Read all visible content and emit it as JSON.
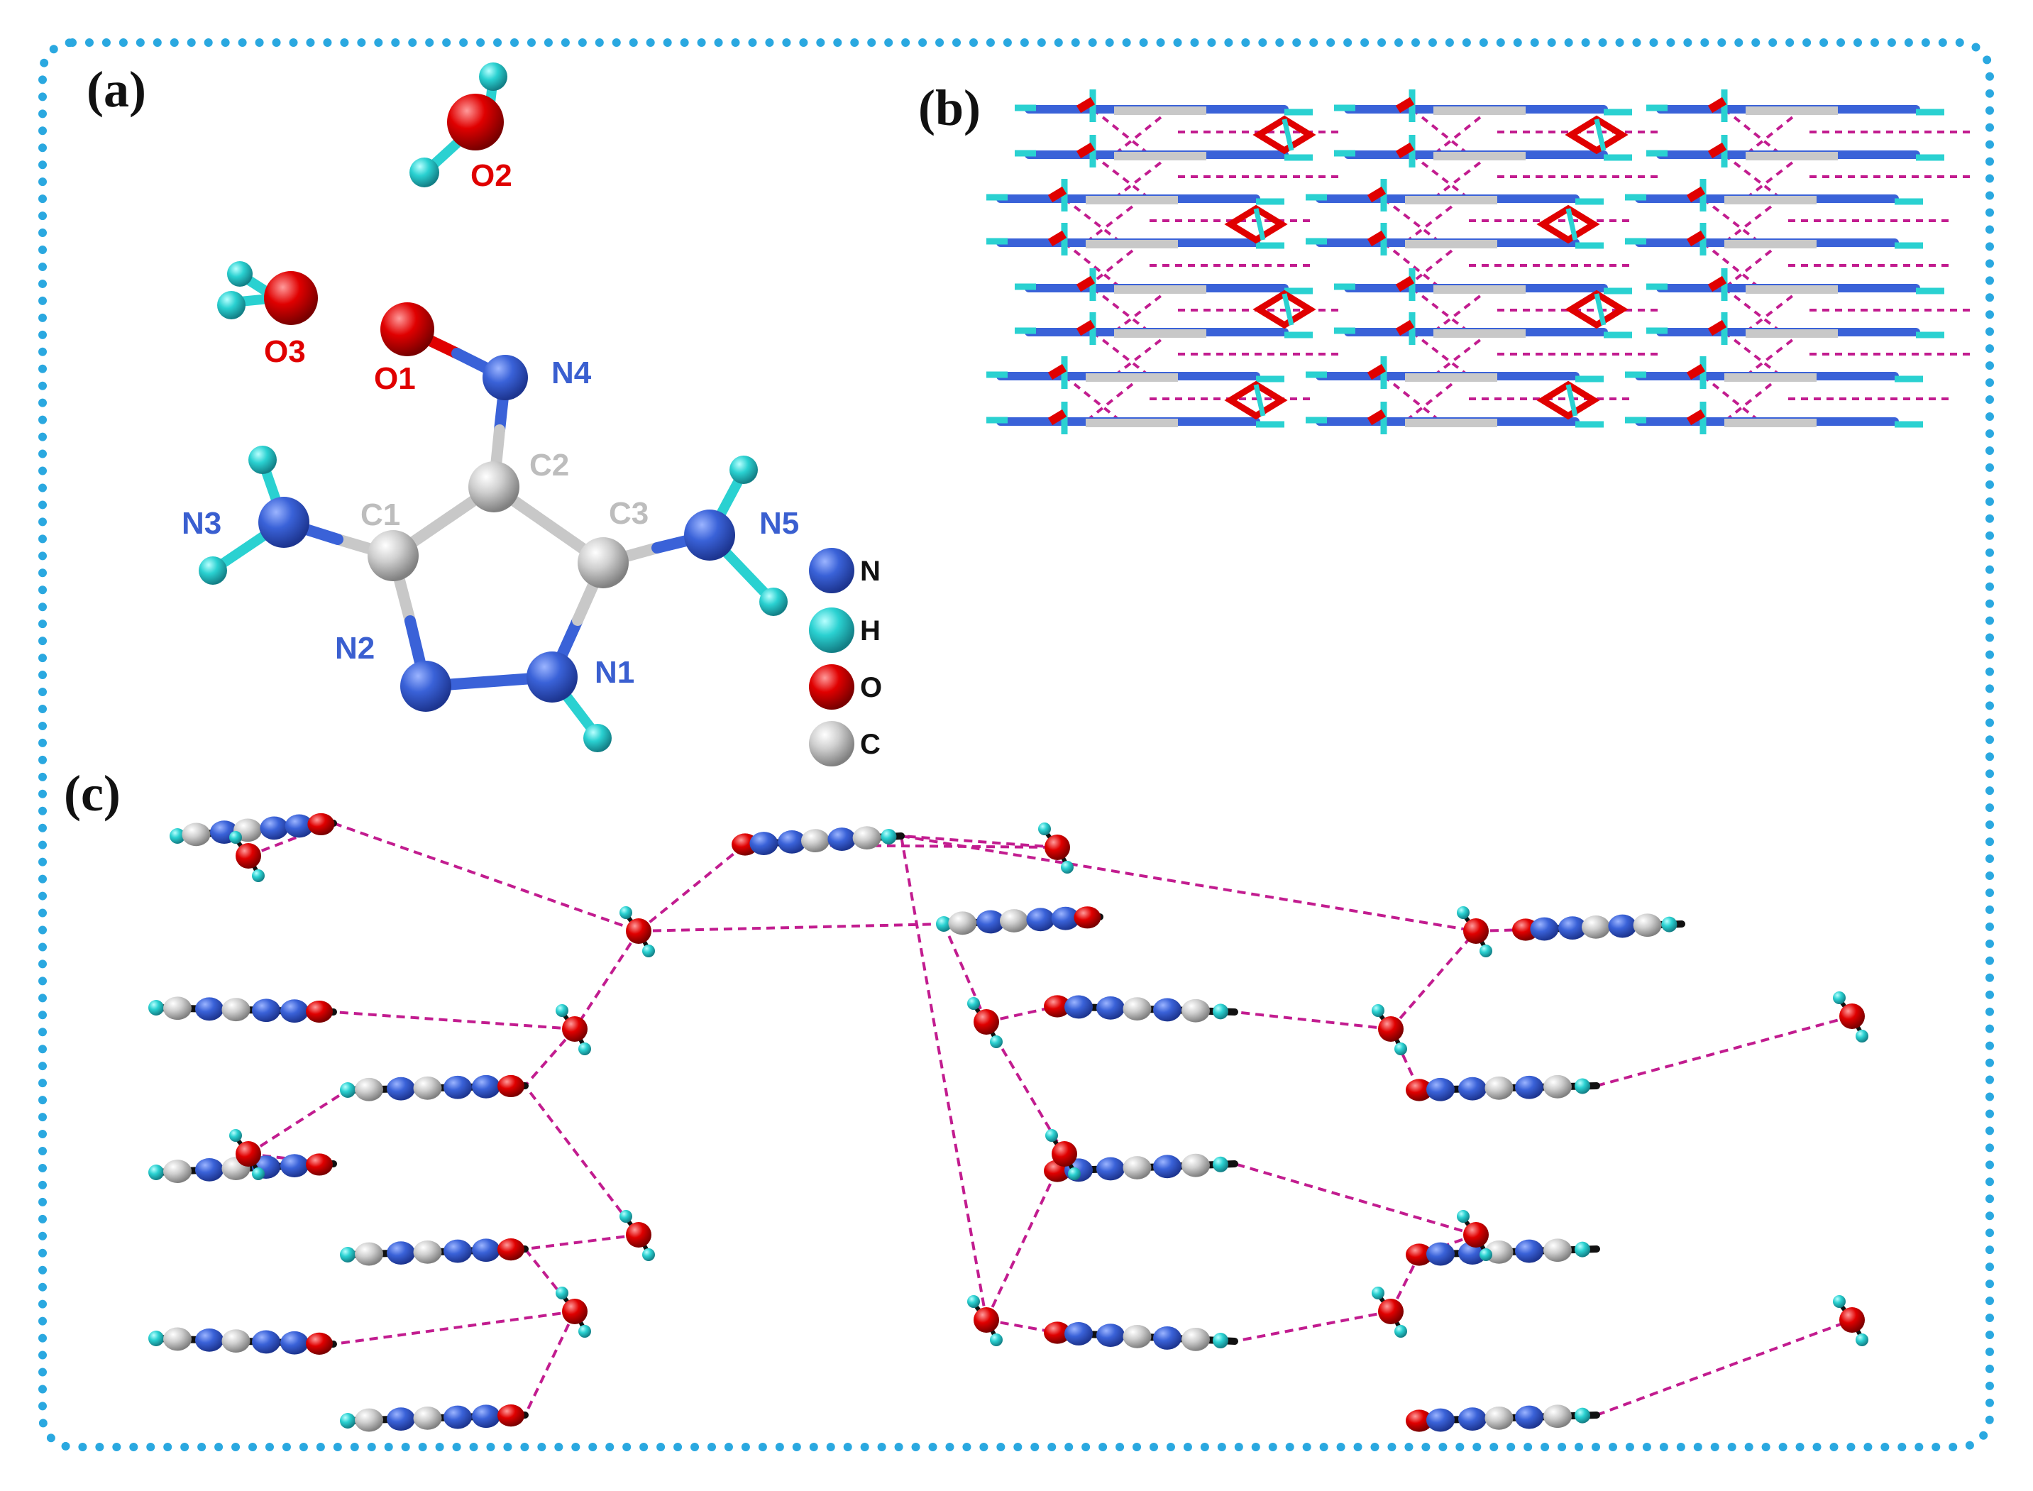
{
  "figure": {
    "panels": [
      {
        "id": "a",
        "label": "(a)"
      },
      {
        "id": "b",
        "label": "(b)"
      },
      {
        "id": "c",
        "label": "(c)"
      }
    ]
  },
  "panel_a": {
    "atom_labels": {
      "O2": "O2",
      "O3": "O3",
      "O1": "O1",
      "N4": "N4",
      "C2": "C2",
      "C1": "C1",
      "C3": "C3",
      "N3": "N3",
      "N5": "N5",
      "N2": "N2",
      "N1": "N1"
    },
    "legend": [
      {
        "element": "N",
        "label": "N",
        "color": "#3a62d8"
      },
      {
        "element": "H",
        "label": "H",
        "color": "#2ad1d1"
      },
      {
        "element": "O",
        "label": "O",
        "color": "#e00000"
      },
      {
        "element": "C",
        "label": "C",
        "color": "#c8c8c8"
      }
    ]
  },
  "colors": {
    "frame": "#2aa8e0",
    "nitrogen": "#3a62d8",
    "hydrogen": "#2ad1d1",
    "oxygen": "#e00000",
    "carbon": "#c8c8c8",
    "hbond": "#c21c8f",
    "bond": "#111111",
    "label_blue": "#3a5fd0",
    "label_red": "#e00000",
    "label_grey": "#bdbdbd"
  }
}
